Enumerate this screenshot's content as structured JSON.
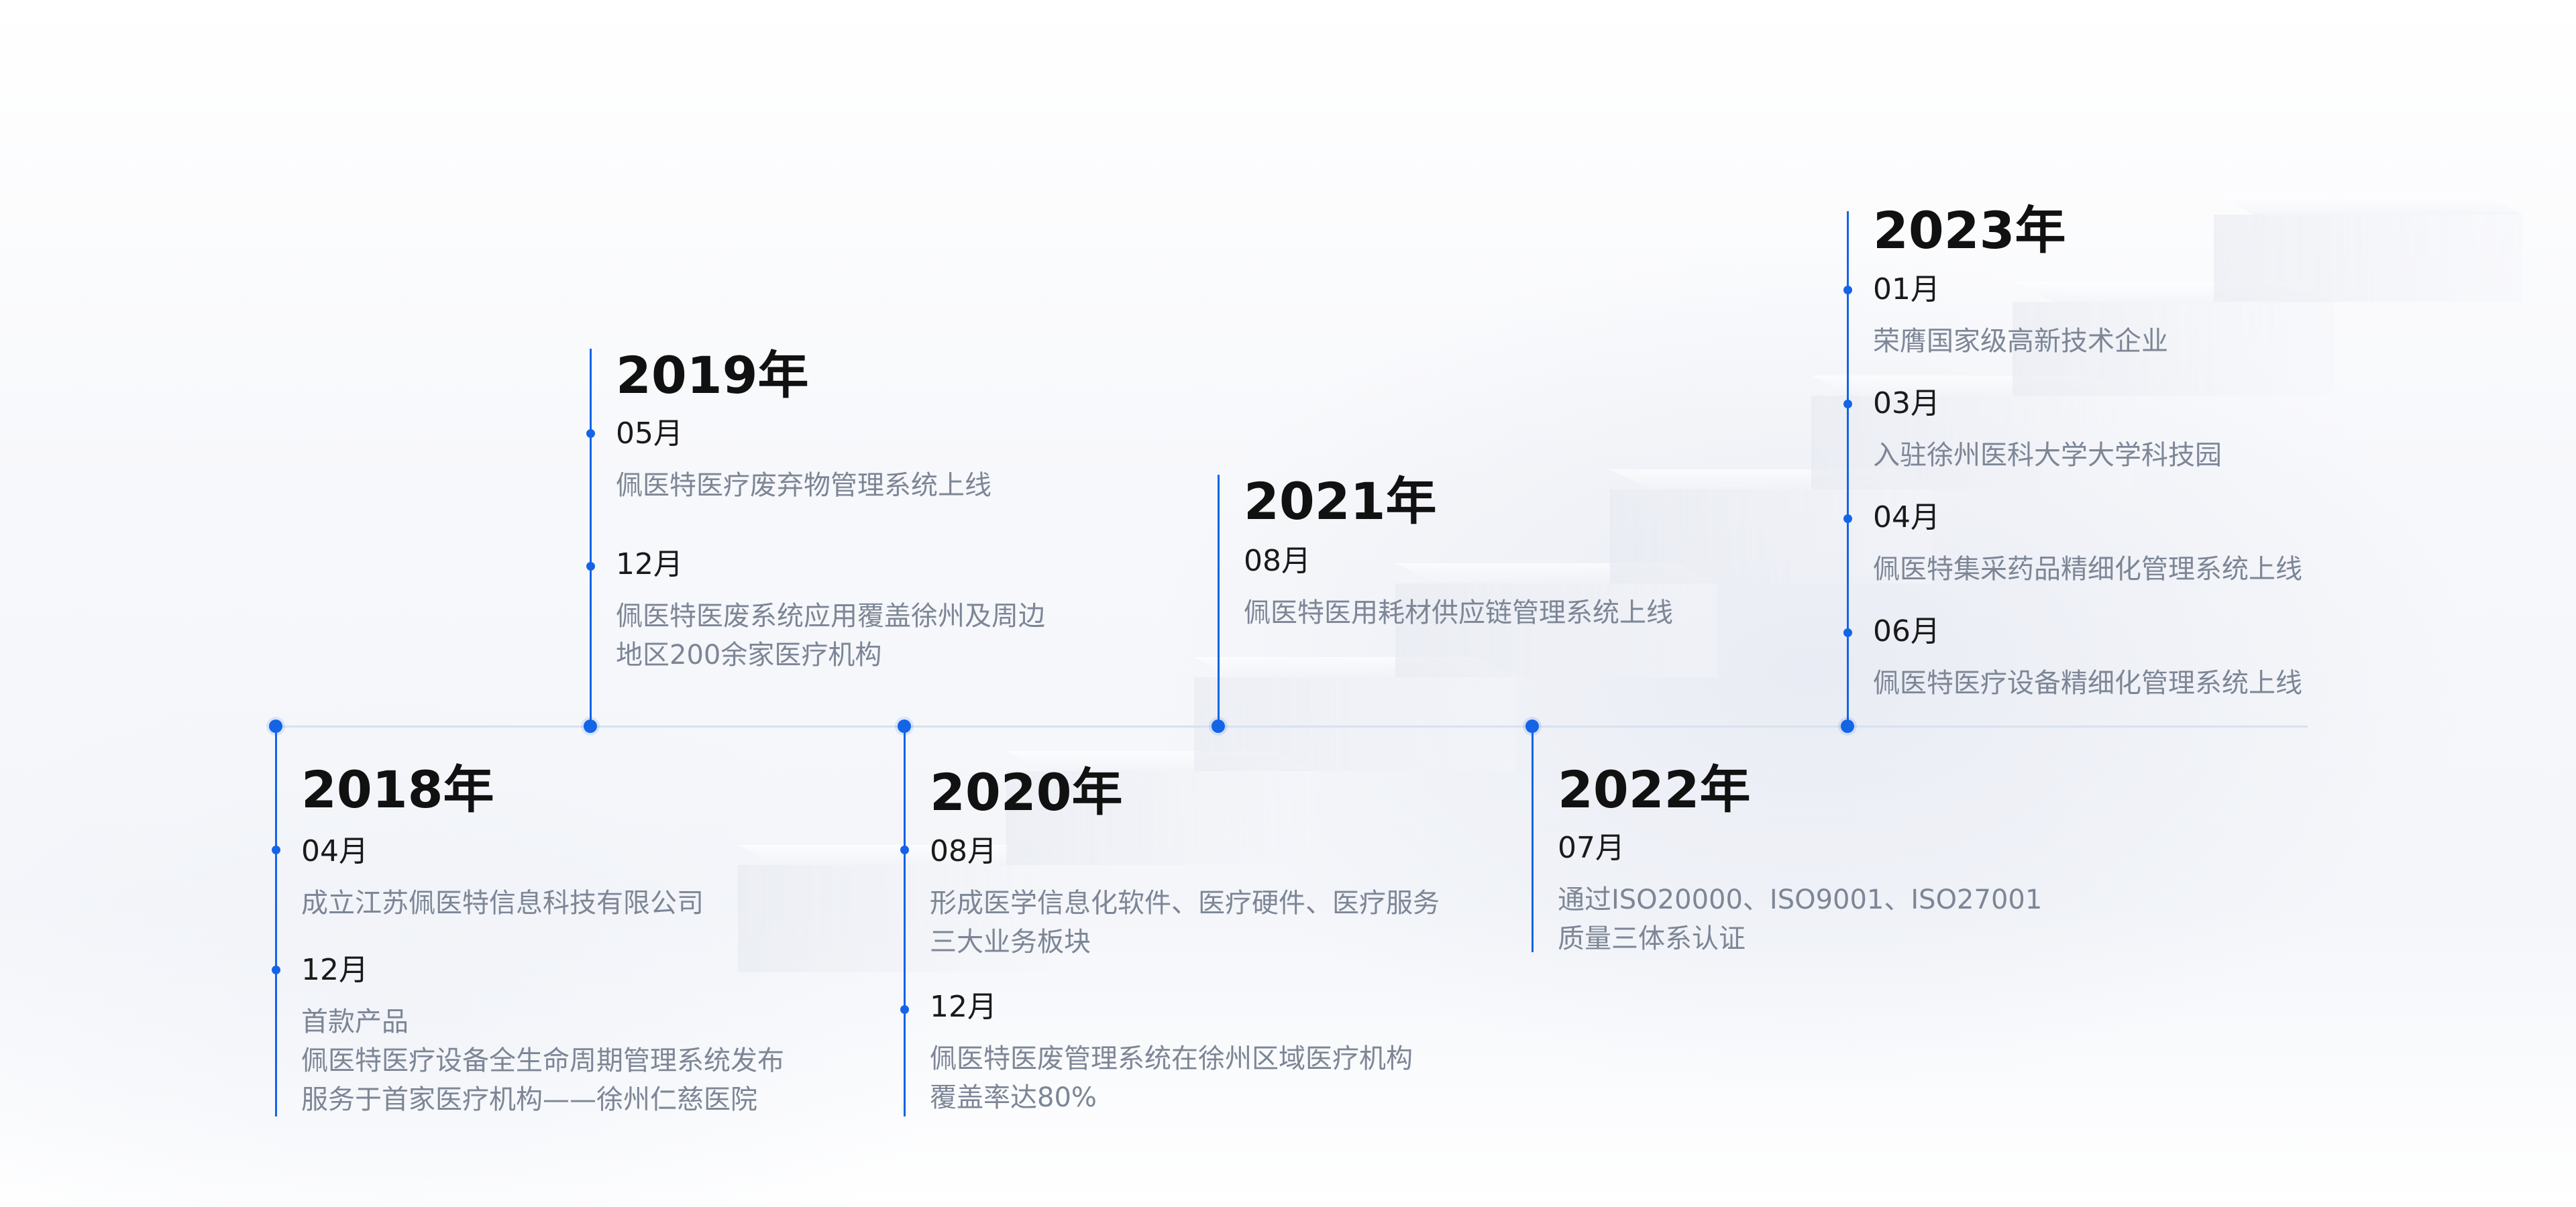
{
  "timeline": [
    {
      "year": "2018年",
      "entries": [
        {
          "month": "04月",
          "desc": [
            "成立江苏佩医特信息科技有限公司"
          ]
        },
        {
          "month": "12月",
          "desc": [
            "首款产品",
            "佩医特医疗设备全生命周期管理系统发布",
            "服务于首家医疗机构——徐州仁慈医院"
          ]
        }
      ]
    },
    {
      "year": "2019年",
      "entries": [
        {
          "month": "05月",
          "desc": [
            "佩医特医疗废弃物管理系统上线"
          ]
        },
        {
          "month": "12月",
          "desc": [
            "佩医特医废系统应用覆盖徐州及周边",
            "地区200余家医疗机构"
          ]
        }
      ]
    },
    {
      "year": "2020年",
      "entries": [
        {
          "month": "08月",
          "desc": [
            "形成医学信息化软件、医疗硬件、医疗服务",
            "三大业务板块"
          ]
        },
        {
          "month": "12月",
          "desc": [
            "佩医特医废管理系统在徐州区域医疗机构",
            "覆盖率达80%"
          ]
        }
      ]
    },
    {
      "year": "2021年",
      "entries": [
        {
          "month": "08月",
          "desc": [
            "佩医特医用耗材供应链管理系统上线"
          ]
        }
      ]
    },
    {
      "year": "2022年",
      "entries": [
        {
          "month": "07月",
          "desc": [
            "通过ISO20000、ISO9001、ISO27001",
            "质量三体系认证"
          ]
        }
      ]
    },
    {
      "year": "2023年",
      "entries": [
        {
          "month": "01月",
          "desc": [
            "荣膺国家级高新技术企业"
          ]
        },
        {
          "month": "03月",
          "desc": [
            "入驻徐州医科大学大学科技园"
          ]
        },
        {
          "month": "04月",
          "desc": [
            "佩医特集采药品精细化管理系统上线"
          ]
        },
        {
          "month": "06月",
          "desc": [
            "佩医特医疗设备精细化管理系统上线"
          ]
        }
      ]
    }
  ],
  "colors": {
    "accent": "#1464e6",
    "axis": "#d9e1ef",
    "year_text": "#111111",
    "desc_text": "#7d8696"
  }
}
